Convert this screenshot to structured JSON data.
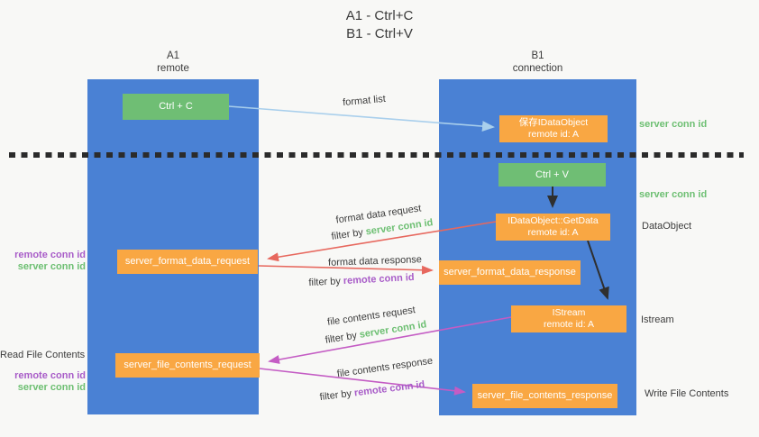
{
  "title": {
    "line1": "A1 - Ctrl+C",
    "line2": "B1 - Ctrl+V"
  },
  "columns": {
    "left": {
      "name": "A1",
      "role": "remote"
    },
    "right": {
      "name": "B1",
      "role": "connection"
    }
  },
  "nodes": {
    "ctrl_c": "Ctrl + C",
    "ctrl_v": "Ctrl + V",
    "save_dataobject": {
      "line1": "保存IDataObject",
      "line2": "remote id: A"
    },
    "getdata": {
      "line1": "IDataObject::GetData",
      "line2": "remote id: A"
    },
    "istream": {
      "line1": "IStream",
      "line2": "remote id: A"
    },
    "server_format_data_request": "server_format_data_request",
    "server_format_data_response": "server_format_data_response",
    "server_file_contents_request": "server_file_contents_request",
    "server_file_contents_response": "server_file_contents_response"
  },
  "flow_labels": {
    "format_list": "format list",
    "format_data_request": "format data request",
    "format_data_response": "format data response",
    "file_contents_request": "file contents request",
    "file_contents_response": "file contents response",
    "filter_by": "filter by",
    "server_conn_id": "server conn id",
    "remote_conn_id": "remote conn id"
  },
  "side_labels": {
    "server_conn_id_right_top": "server conn id",
    "server_conn_id_right_mid": "server conn id",
    "dataobject": "DataObject",
    "istream": "Istream",
    "write_file_contents": "Write File Contents",
    "read_file_contents": "Read File Contents",
    "left_top": {
      "remote": "remote conn id",
      "server": "server conn id"
    },
    "left_bottom": {
      "remote": "remote conn id",
      "server": "server conn id"
    }
  },
  "colors": {
    "lifeline_blue": "#4a81d4",
    "action_green": "#6fbe74",
    "message_orange": "#f9a743",
    "arrow_light_blue": "#a9cfec",
    "arrow_red": "#e7685e",
    "arrow_magenta": "#c45cc4",
    "arrow_black": "#2f2f2f",
    "server_conn_id_green": "#6dbf72",
    "remote_conn_id_purple": "#a85cc8",
    "text_dark": "#3b3b3b",
    "background": "#f8f8f6"
  }
}
